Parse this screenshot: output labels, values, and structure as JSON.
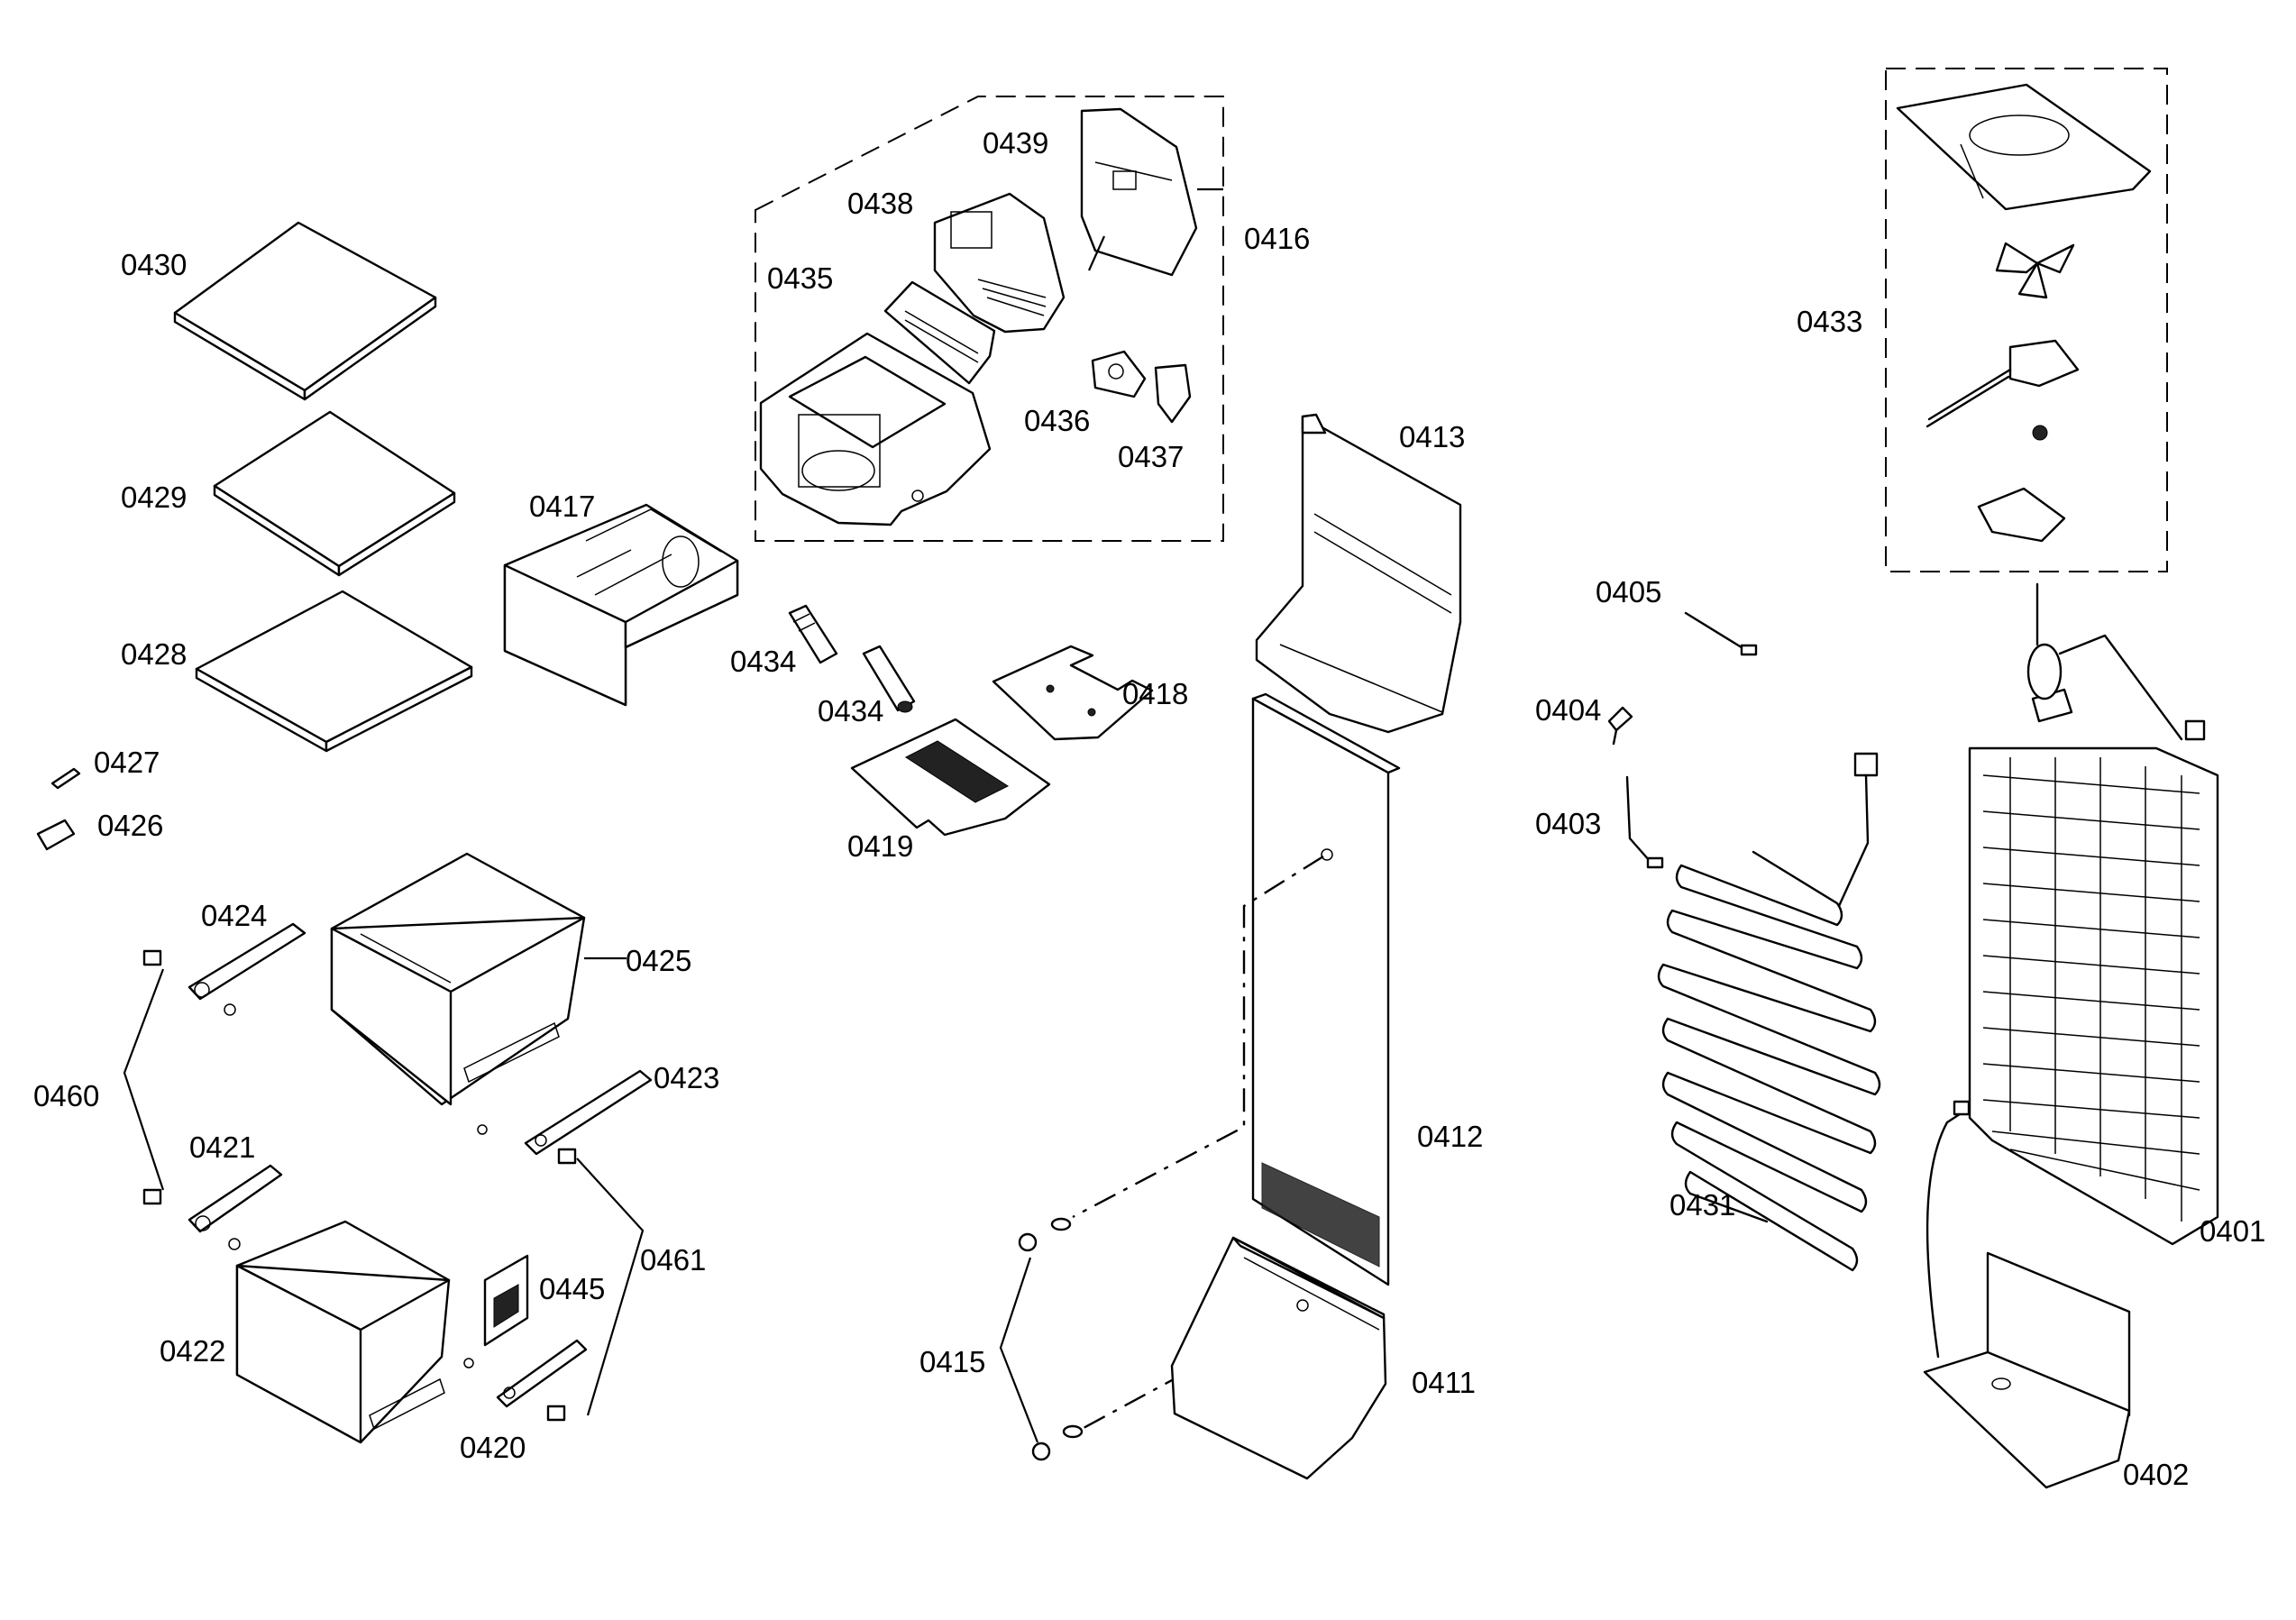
{
  "diagram": {
    "labels": [
      {
        "text": "0430"
      },
      {
        "text": "0429"
      },
      {
        "text": "0428"
      },
      {
        "text": "0427"
      },
      {
        "text": "0426"
      },
      {
        "text": "0424"
      },
      {
        "text": "0425"
      },
      {
        "text": "0460"
      },
      {
        "text": "0423"
      },
      {
        "text": "0421"
      },
      {
        "text": "0461"
      },
      {
        "text": "0445"
      },
      {
        "text": "0422"
      },
      {
        "text": "0420"
      },
      {
        "text": "0417"
      },
      {
        "text": "0434"
      },
      {
        "text": "0434"
      },
      {
        "text": "0439"
      },
      {
        "text": "0438"
      },
      {
        "text": "0416"
      },
      {
        "text": "0435"
      },
      {
        "text": "0436"
      },
      {
        "text": "0437"
      },
      {
        "text": "0418"
      },
      {
        "text": "0419"
      },
      {
        "text": "0413"
      },
      {
        "text": "0412"
      },
      {
        "text": "0415"
      },
      {
        "text": "0411"
      },
      {
        "text": "0433"
      },
      {
        "text": "0405"
      },
      {
        "text": "0404"
      },
      {
        "text": "0403"
      },
      {
        "text": "0431"
      },
      {
        "text": "0401"
      },
      {
        "text": "0402"
      }
    ]
  }
}
